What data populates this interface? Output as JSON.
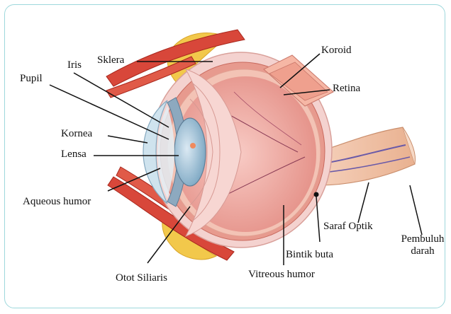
{
  "labels": {
    "sklera": "Sklera",
    "koroid": "Koroid",
    "retina": "Retina",
    "iris": "Iris",
    "pupil": "Pupil",
    "kornea": "Kornea",
    "lensa": "Lensa",
    "aqueous_humor": "Aqueous humor",
    "otot_siliaris": "Otot Siliaris",
    "vitreous_humor": "Vitreous humor",
    "bintik_buta": "Bintik buta",
    "saraf_optik": "Saraf Optik",
    "pembuluh_darah": "Pembuluh darah"
  },
  "colors": {
    "frame_border": "#9ed8dc",
    "muscle": "#d8473a",
    "fat": "#f2c84b",
    "sclera": "#f4d2cf",
    "choroid": "#e79a8e",
    "vitreous": "#f0b3ad",
    "ciliary": "#f7d6d2",
    "lens": "#9fc3d8",
    "cornea": "#cfe3ee",
    "nerve": "#f0c0a3",
    "leader_line": "#111111"
  }
}
